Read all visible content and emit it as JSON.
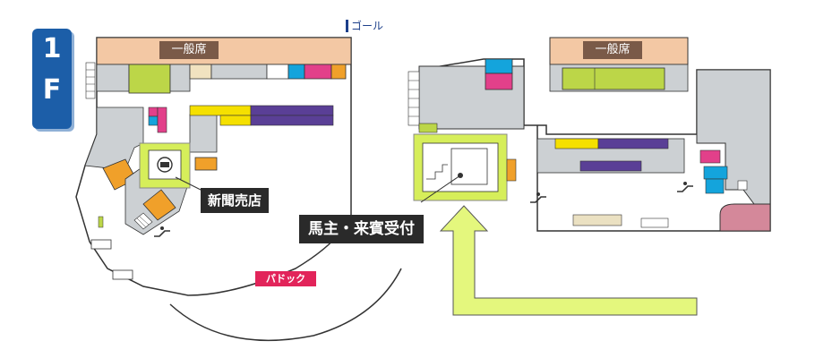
{
  "floor": {
    "number": "1",
    "letter": "F"
  },
  "goal_label": "ゴール",
  "seating_label_left": "一般席",
  "seating_label_right": "一般席",
  "newsstand_label": "新聞売店",
  "owner_reception_label": "馬主・来賓受付",
  "paddock_label": "パドック",
  "colors": {
    "floor_badge": "#1c5ea8",
    "highlight": "#d6ee5a",
    "arrow": "#e4f77d",
    "seating": "#f3c8a4",
    "room_gray": "#ccd0d3",
    "yellow": "#f5e000",
    "purple": "#5a3f96",
    "orange": "#f0a02a",
    "magenta": "#e2408a",
    "cyan": "#14a4dc",
    "paddock": "#e2245a",
    "callout_bg": "#2a2a2a",
    "sign_bg": "#7a5a48"
  },
  "icons": [
    "escalator-icon",
    "shop-icon",
    "stairs-icon"
  ]
}
